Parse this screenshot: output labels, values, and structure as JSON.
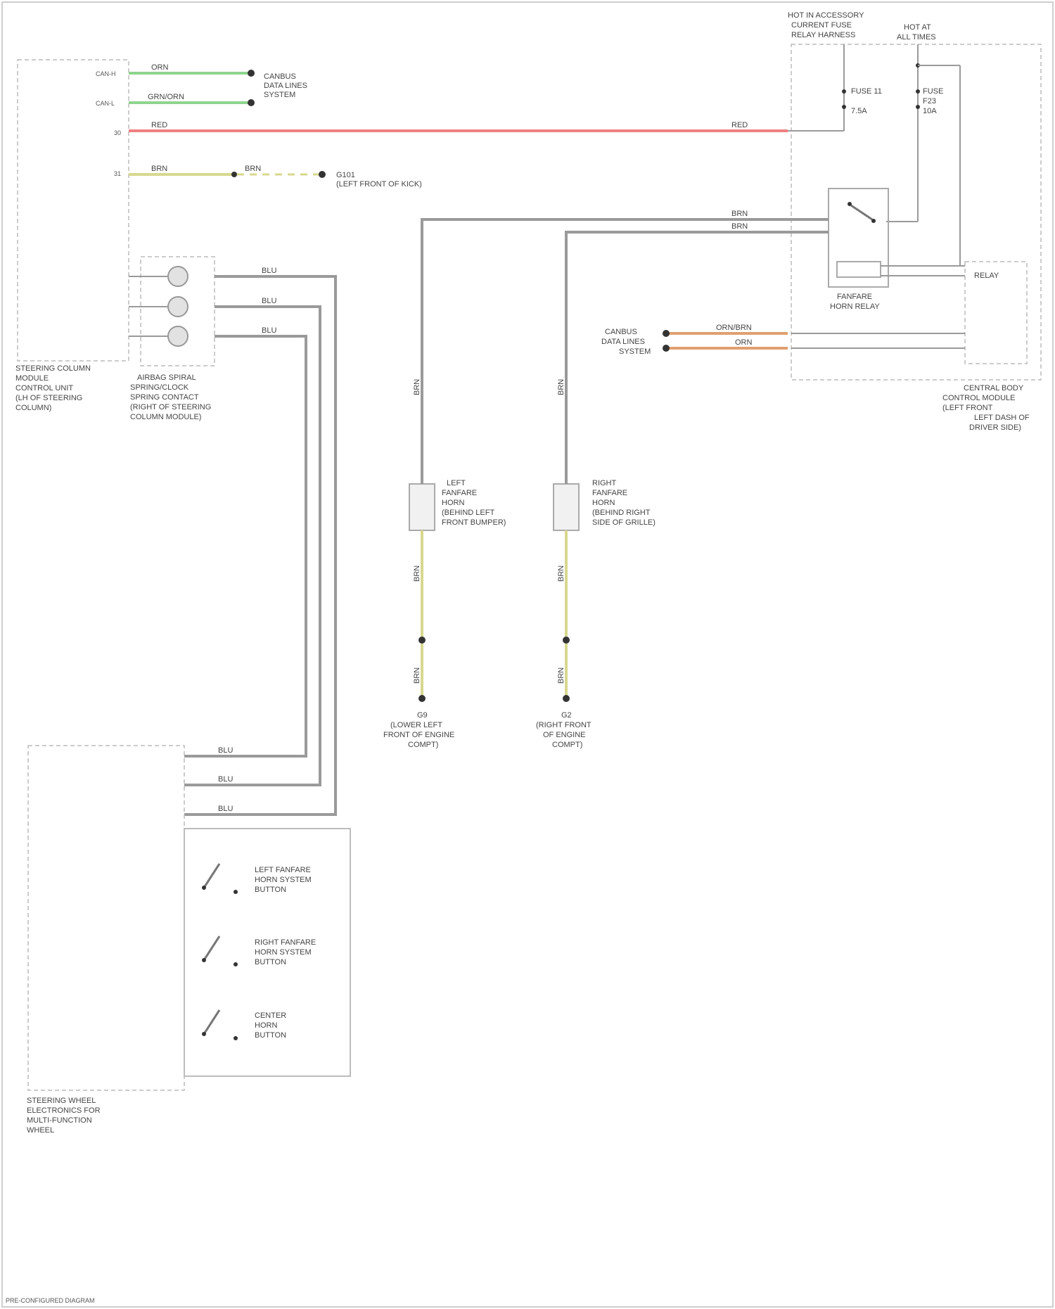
{
  "diagram": {
    "colors": {
      "wire_default": "#9a9a9a",
      "wire_green": "#8fd48f",
      "wire_red": "#f08080",
      "wire_yellow": "#d8d890",
      "wire_orange": "#e0a070",
      "border": "#bdbdbd"
    },
    "components": {
      "sccm": [
        "STEERING COLUMN",
        "MODULE",
        "CONTROL UNIT",
        "(LH OF STEERING",
        "COLUMN)"
      ],
      "clockspring": [
        "AIRBAG SPIRAL",
        "SPRING/CLOCK",
        "SPRING CONTACT",
        "(RIGHT OF STEERING",
        "COLUMN MODULE)"
      ],
      "canbus_top": [
        "CANBUS",
        "DATA LINES",
        "SYSTEM"
      ],
      "ground_top": [
        "G101",
        "(LEFT FRONT OF KICK)"
      ],
      "fuse_header": [
        "HOT IN ACCESSORY",
        "CURRENT FUSE",
        "RELAY HARNESS"
      ],
      "hot_at_all_times": [
        "HOT AT",
        "ALL TIMES"
      ],
      "fuse_a": [
        "FUSE 11",
        "7.5A"
      ],
      "fuse_b": [
        "FUSE",
        "F23",
        "10A"
      ],
      "horn_relay": [
        "FANFARE",
        "HORN RELAY"
      ],
      "relay_tag": "RELAY",
      "canbus_right": [
        "CANBUS",
        "DATA LINES",
        "SYSTEM"
      ],
      "central_module": [
        "CENTRAL BODY",
        "CONTROL MODULE",
        "(LEFT FRONT",
        "LEFT DASH OF",
        "DRIVER SIDE)"
      ],
      "left_horn": [
        "LEFT",
        "FANFARE",
        "HORN",
        "(BEHIND LEFT",
        "FRONT BUMPER)"
      ],
      "right_horn": [
        "RIGHT",
        "FANFARE",
        "HORN",
        "(BEHIND RIGHT",
        "SIDE OF GRILLE)"
      ],
      "left_ground": [
        "G9",
        "(LOWER LEFT",
        "FRONT OF ENGINE",
        "COMPT)"
      ],
      "right_ground": [
        "G2",
        "(RIGHT FRONT",
        "OF ENGINE",
        "COMPT)"
      ],
      "steering_wheel_module": [
        "STEERING WHEEL",
        "ELECTRONICS FOR",
        "MULTI-FUNCTION",
        "WHEEL"
      ],
      "switch_1": [
        "LEFT FANFARE",
        "HORN SYSTEM",
        "BUTTON"
      ],
      "switch_2": [
        "RIGHT FANFARE",
        "HORN SYSTEM",
        "BUTTON"
      ],
      "switch_3": [
        "CENTER",
        "HORN",
        "BUTTON"
      ]
    },
    "pins": {
      "sccm_canh": "CAN-H",
      "sccm_canl": "CAN-L",
      "sccm_hot": "30",
      "sccm_gnd": "31"
    },
    "wires": {
      "canh_top": "ORN",
      "canl_top": "GRN/ORN",
      "red_left": "RED",
      "red_right": "RED",
      "gnd_a": "BRN",
      "gnd_b": "BRN",
      "clock_1": "BLU",
      "clock_2": "BLU",
      "clock_3": "BLU",
      "horn_feed_1": "BRN",
      "horn_feed_2": "BRN",
      "left_vertical_top": "BRN",
      "right_vertical_top": "BRN",
      "left_vertical_mid": "BRN",
      "right_vertical_mid": "BRN",
      "left_vertical_low": "BRN",
      "right_vertical_low": "BRN",
      "canh_right": "ORN/BRN",
      "canl_right": "ORN",
      "sw_1": "BLU",
      "sw_2": "BLU",
      "sw_3": "BLU"
    },
    "footer": "PRE-CONFIGURED DIAGRAM"
  }
}
